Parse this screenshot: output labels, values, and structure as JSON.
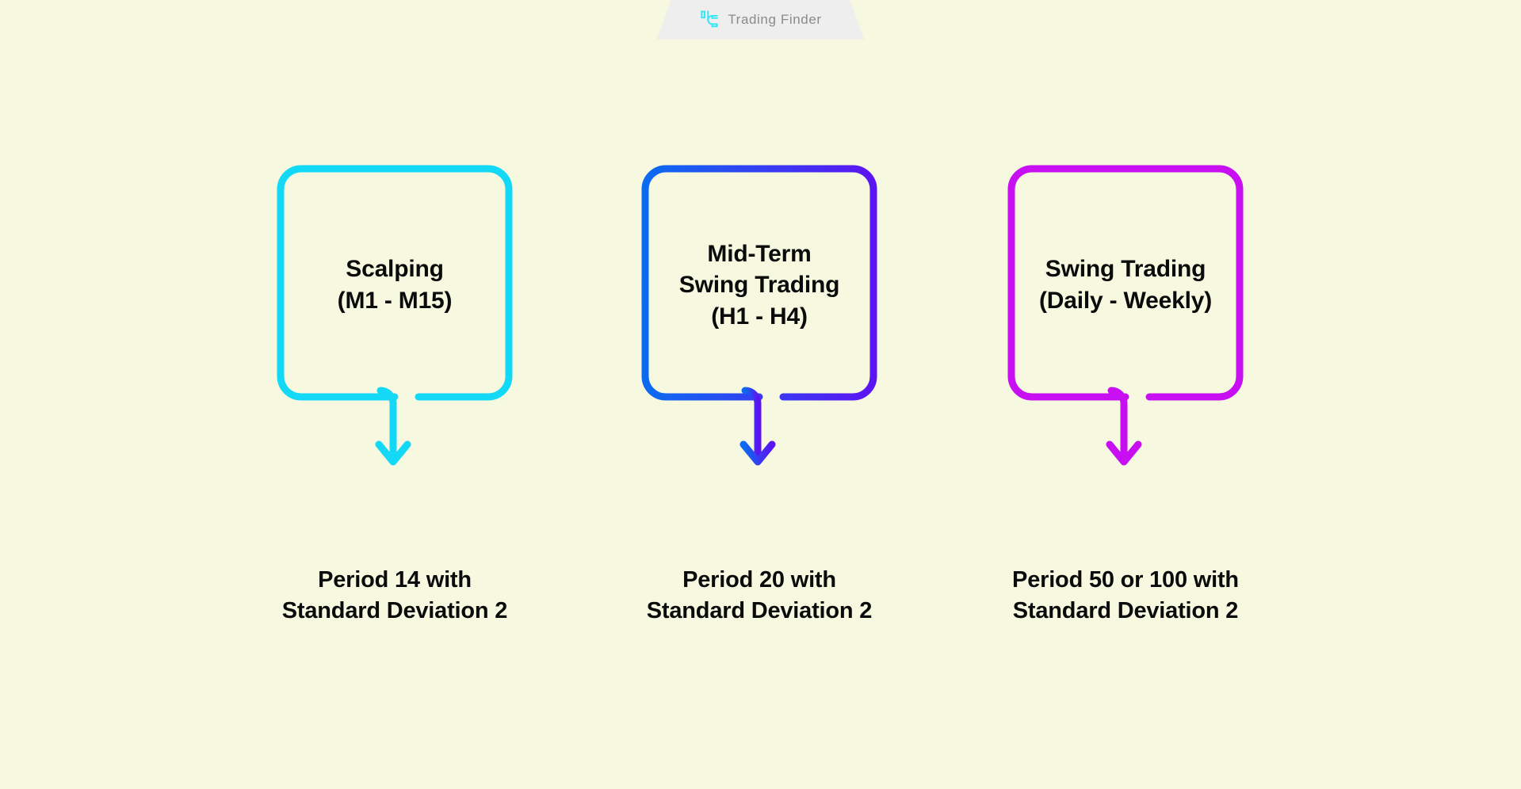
{
  "brand": {
    "name": "Trading Finder",
    "logo_icon": "trading-finder-logo-icon",
    "logo_color": "#2ee6f5",
    "tab_background": "#eeeeee",
    "name_color": "#8a8a8e"
  },
  "page": {
    "background_color": "#f6f8e0",
    "text_color": "#0b0b0b"
  },
  "columns": [
    {
      "id": "scalping",
      "card_text": "Scalping\n(M1 - M15)",
      "card_title": "Scalping",
      "card_timeframe": "(M1 - M15)",
      "caption": "Period 14 with\nStandard Deviation 2",
      "caption_line1": "Period 14 with",
      "caption_line2": "Standard Deviation 2",
      "period": "14",
      "standard_deviation": "2",
      "stroke_start": "#13d9f7",
      "stroke_end": "#13d9f7",
      "arrow_icon": "down-arrow-icon"
    },
    {
      "id": "mid-term-swing-trading",
      "card_text": "Mid-Term\nSwing Trading\n(H1 - H4)",
      "card_title": "Mid-Term\nSwing Trading",
      "card_timeframe": "(H1 - H4)",
      "caption": "Period 20 with\nStandard Deviation 2",
      "caption_line1": "Period 20 with",
      "caption_line2": "Standard Deviation 2",
      "period": "20",
      "standard_deviation": "2",
      "stroke_start": "#0b6bf0",
      "stroke_end": "#5c14f2",
      "arrow_icon": "down-arrow-icon"
    },
    {
      "id": "swing-trading",
      "card_text": "Swing Trading\n(Daily - Weekly)",
      "card_title": "Swing Trading",
      "card_timeframe": "(Daily - Weekly)",
      "caption": "Period 50 or 100 with\nStandard Deviation 2",
      "caption_line1": "Period 50 or 100 with",
      "caption_line2": "Standard Deviation 2",
      "period": "50 or 100",
      "standard_deviation": "2",
      "stroke_start": "#c70ff2",
      "stroke_end": "#c70ff2",
      "arrow_icon": "down-arrow-icon"
    }
  ]
}
